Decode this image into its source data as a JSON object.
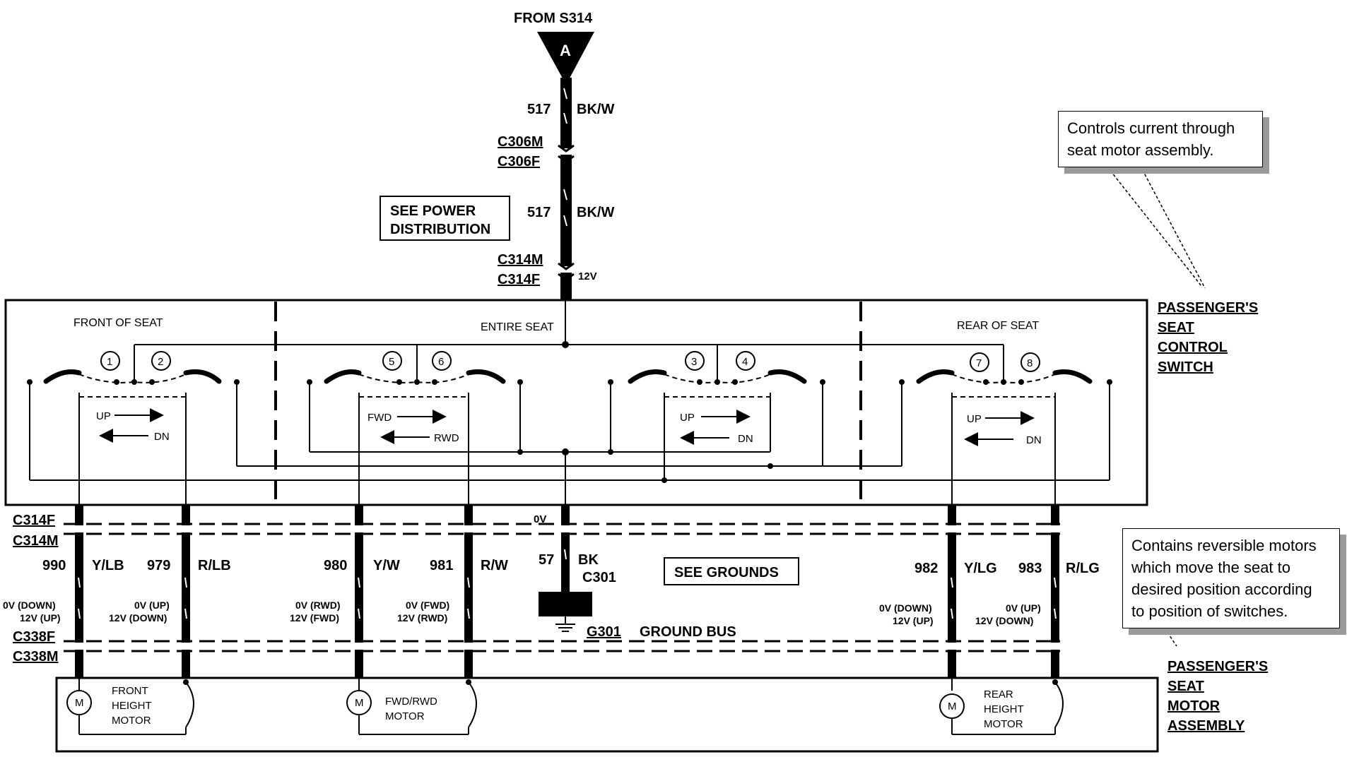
{
  "source": {
    "from": "FROM S314",
    "marker": "A"
  },
  "feed": [
    {
      "circuit": "517",
      "color": "BK/W"
    },
    {
      "circuit": "517",
      "color": "BK/W"
    }
  ],
  "connectors": {
    "c306m": "C306M",
    "c306f": "C306F",
    "c314m_top": "C314M",
    "c314f_top": "C314F",
    "c314f": "C314F",
    "c314m": "C314M",
    "c338f": "C338F",
    "c338m": "C338M"
  },
  "voltages": {
    "supply": "12V",
    "ground": "0V"
  },
  "see_power": [
    "SEE POWER",
    "DISTRIBUTION"
  ],
  "switch": {
    "sections": [
      "FRONT OF SEAT",
      "ENTIRE SEAT",
      "REAR OF SEAT"
    ],
    "label": [
      "PASSENGER'S",
      "SEAT",
      "CONTROL",
      "SWITCH"
    ],
    "contacts": [
      "1",
      "2",
      "5",
      "6",
      "3",
      "4",
      "7",
      "8"
    ],
    "directions": {
      "up": "UP",
      "dn": "DN",
      "fwd": "FWD",
      "rwd": "RWD"
    }
  },
  "wires": [
    {
      "circuit": "990",
      "color": "Y/LB",
      "state": [
        "0V (DOWN)",
        "12V (UP)"
      ]
    },
    {
      "circuit": "979",
      "color": "R/LB",
      "state": [
        "0V (UP)",
        "12V (DOWN)"
      ]
    },
    {
      "circuit": "980",
      "color": "Y/W",
      "state": [
        "0V (RWD)",
        "12V (FWD)"
      ]
    },
    {
      "circuit": "981",
      "color": "R/W",
      "state": [
        "0V (FWD)",
        "12V (RWD)"
      ]
    },
    {
      "circuit": "982",
      "color": "Y/LG",
      "state": [
        "0V (DOWN)",
        "12V (UP)"
      ]
    },
    {
      "circuit": "983",
      "color": "R/LG",
      "state": [
        "0V (UP)",
        "12V (DOWN)"
      ]
    }
  ],
  "ground": {
    "circuit": "57",
    "color": "BK",
    "connector": "C301",
    "id": "G301",
    "name": "GROUND BUS"
  },
  "see_grounds": "SEE GROUNDS",
  "motors": [
    {
      "symbol": "M",
      "name": [
        "FRONT",
        "HEIGHT",
        "MOTOR"
      ]
    },
    {
      "symbol": "M",
      "name": [
        "FWD/RWD",
        "MOTOR"
      ]
    },
    {
      "symbol": "M",
      "name": [
        "REAR",
        "HEIGHT",
        "MOTOR"
      ]
    }
  ],
  "motor_label": [
    "PASSENGER'S",
    "SEAT",
    "MOTOR",
    "ASSEMBLY"
  ],
  "callouts": {
    "switch_note": [
      "Controls current through",
      "seat motor assembly."
    ],
    "motor_note": [
      "Contains reversible motors",
      "which move the seat to",
      "desired position according",
      "to position of switches."
    ]
  }
}
